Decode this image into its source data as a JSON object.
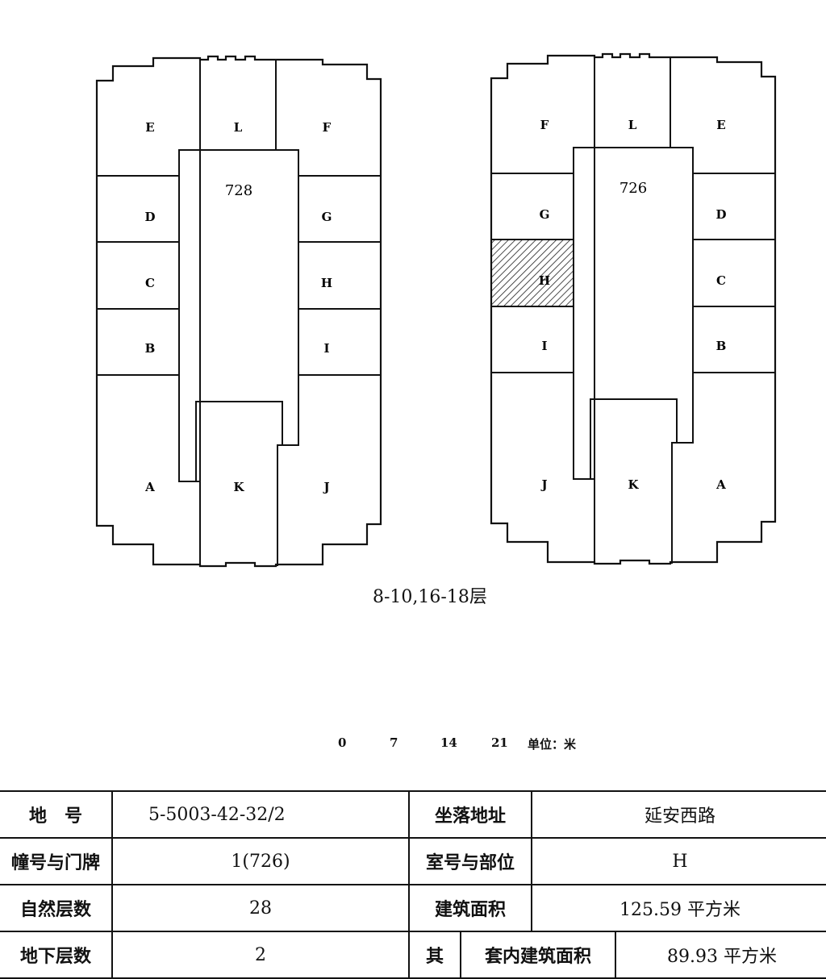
{
  "plans": [
    {
      "building_no": "728",
      "units": [
        "E",
        "L",
        "F",
        "D",
        "G",
        "C",
        "H",
        "B",
        "I",
        "A",
        "K",
        "J"
      ],
      "highlight": null
    },
    {
      "building_no": "726",
      "units": [
        "F",
        "L",
        "E",
        "G",
        "D",
        "H",
        "C",
        "I",
        "B",
        "J",
        "K",
        "A"
      ],
      "highlight": "H"
    }
  ],
  "floors_caption": "8-10,16-18层",
  "scale_bar": {
    "ticks": [
      "0",
      "7",
      "14",
      "21"
    ],
    "unit": "单位：米"
  },
  "table": {
    "land_no_label": "地　号",
    "land_no": "5-5003-42-32/2",
    "address_label": "坐落地址",
    "address": "延安西路",
    "building_label": "幢号与门牌",
    "building": "1(726)",
    "room_label": "室号与部位",
    "room": "H",
    "floors_label": "自然层数",
    "floors": "28",
    "area_label": "建筑面积",
    "area": "125.59 平方米",
    "underground_label": "地下层数",
    "underground": "2",
    "of_which_label": "其",
    "inner_area_label": "套内建筑面积",
    "inner_area": "89.93 平方米"
  },
  "colors": {
    "ink": "#111111",
    "hatch": "#222222"
  }
}
